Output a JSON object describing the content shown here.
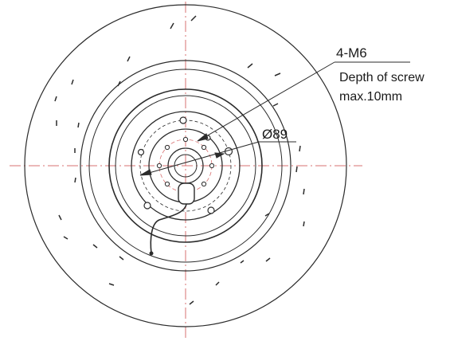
{
  "annotations": {
    "thread_label": "4-M6",
    "depth_line1": "Depth of screw",
    "depth_line2": "max.10mm",
    "diameter_label": "Ø89"
  },
  "colors": {
    "line": "#2b2b2b",
    "centerline": "#d77070",
    "background": "#ffffff"
  }
}
